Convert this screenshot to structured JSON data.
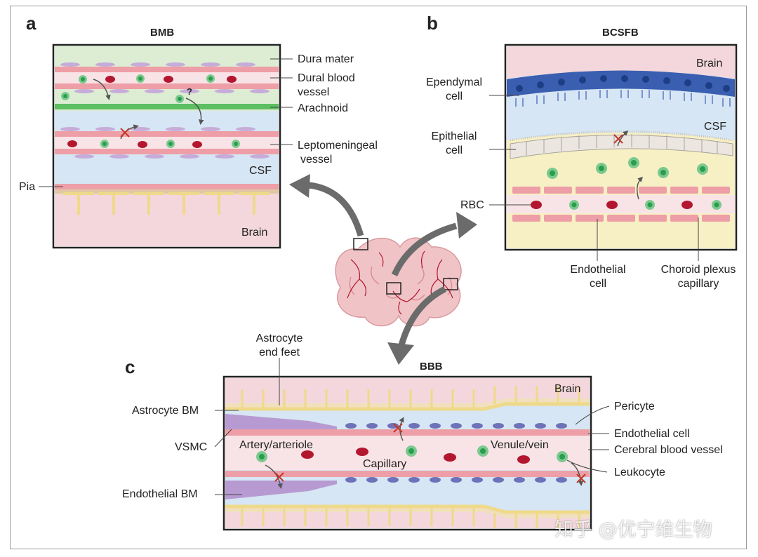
{
  "panel_a": {
    "letter": "a",
    "title": "BMB",
    "labels": {
      "dura": "Dura mater",
      "dural_vessel_1": "Dural blood",
      "dural_vessel_2": "vessel",
      "arachnoid": "Arachnoid",
      "lepto_1": "Leptomeningeal",
      "lepto_2": "vessel",
      "csf": "CSF",
      "pia": "Pia",
      "brain": "Brain",
      "question": "?"
    }
  },
  "panel_b": {
    "letter": "b",
    "title": "BCSFB",
    "labels": {
      "brain": "Brain",
      "ependymal_1": "Ependymal",
      "ependymal_2": "cell",
      "csf": "CSF",
      "epithelial_1": "Epithelial",
      "epithelial_2": "cell",
      "rbc": "RBC",
      "endothelial_1": "Endothelial",
      "endothelial_2": "cell",
      "choroid_1": "Choroid plexus",
      "choroid_2": "capillary"
    }
  },
  "panel_c": {
    "letter": "c",
    "title": "BBB",
    "labels": {
      "astro_feet_1": "Astrocyte",
      "astro_feet_2": "end feet",
      "astro_bm": "Astrocyte BM",
      "vsmc": "VSMC",
      "endo_bm": "Endothelial BM",
      "brain": "Brain",
      "artery": "Artery/arteriole",
      "capillary": "Capillary",
      "venule": "Venule/vein",
      "pericyte": "Pericyte",
      "endothelial": "Endothelial cell",
      "cerebral": "Cerebral blood vessel",
      "leukocyte": "Leukocyte"
    }
  },
  "watermark": "知乎 @优宁维生物",
  "colors": {
    "dura": "#dcedd3",
    "csf": "#d6e6f4",
    "brain": "#f3d7dc",
    "choroid_stroma": "#f7f0c4",
    "endothelial": "#ee9ea6",
    "rbc": "#b3172f",
    "leukocyte": "#2a9d4c",
    "ependymal": "#3a5fb0",
    "astrocyte": "#efd98a",
    "vsmc": "#b79ad1",
    "arrow": "#6b6b6b"
  }
}
